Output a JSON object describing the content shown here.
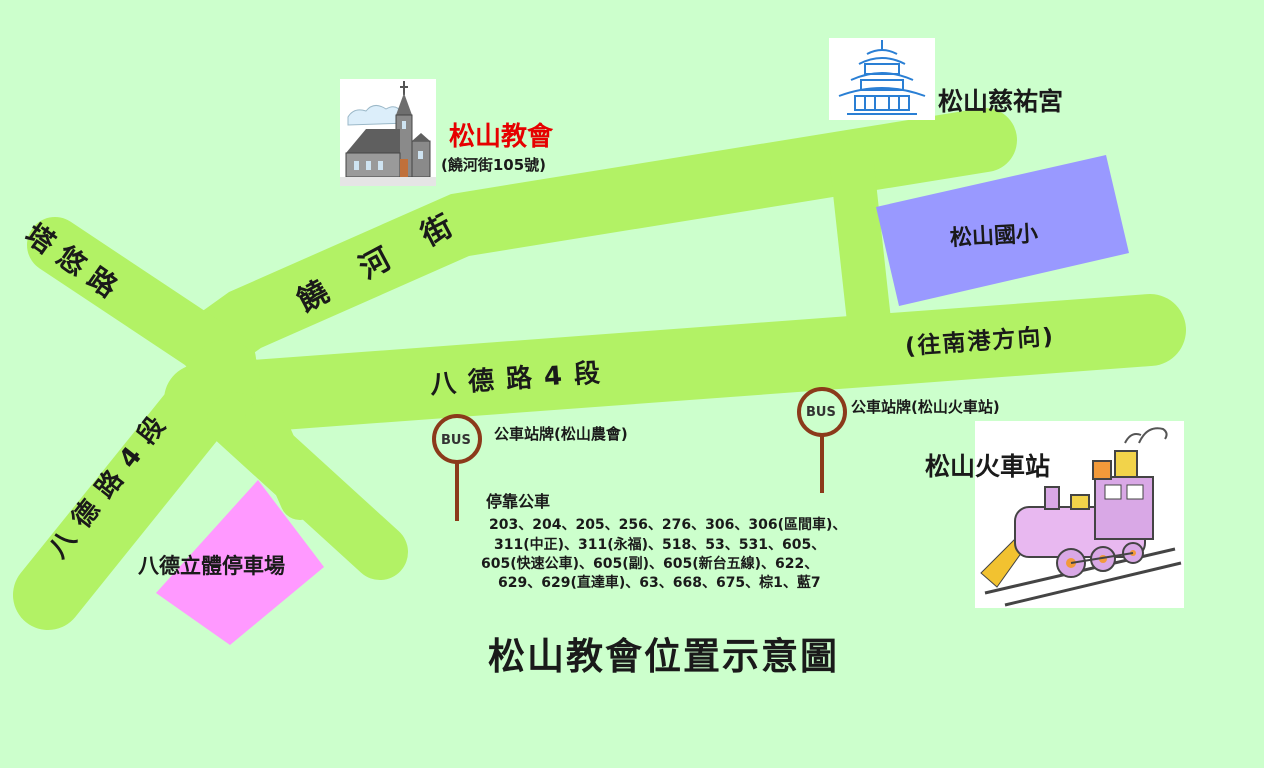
{
  "title": "松山教會位置示意圖",
  "roads": {
    "tali": "塔悠路",
    "raohe": "饒河街",
    "bade_main": "八德路4段",
    "bade_diag": "八德路4段",
    "nangang_direction": "(往南港方向)"
  },
  "places": {
    "church_name": "松山教會",
    "church_address": "(饒河街105號)",
    "temple": "松山慈祐宮",
    "school": "松山國小",
    "parking": "八德立體停車場",
    "station": "松山火車站"
  },
  "bus_stops": {
    "icon_text": "BUS",
    "stop_farm": "公車站牌(松山農會)",
    "stop_station": "公車站牌(松山火車站)"
  },
  "routes": {
    "heading": "停靠公車",
    "lines": [
      "203、204、205、256、276、306、306(區間車)、",
      "311(中正)、311(永福)、518、53、531、605、",
      "605(快速公車)、605(副)、605(新台五線)、622、",
      "629、629(直達車)、63、668、675、棕1、藍7"
    ]
  },
  "colors": {
    "background": "#ccffcc",
    "road": "#b2f265",
    "school": "#9999ff",
    "parking": "#ff99ff",
    "church_label": "#e60000",
    "bus_sign": "#8b3a1a"
  }
}
